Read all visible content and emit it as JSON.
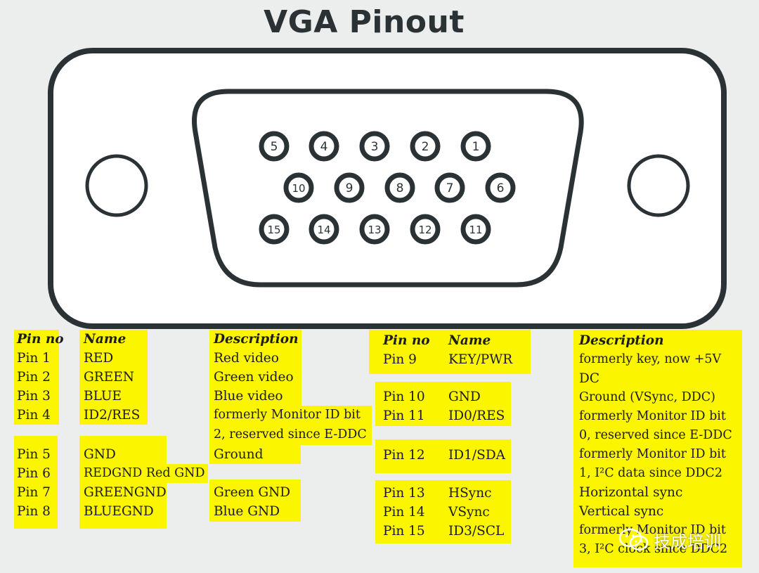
{
  "title": "VGA Pinout",
  "connector": {
    "row1": [
      "5",
      "4",
      "3",
      "2",
      "1"
    ],
    "row2": [
      "10",
      "9",
      "8",
      "7",
      "6"
    ],
    "row3": [
      "15",
      "14",
      "13",
      "12",
      "11"
    ]
  },
  "table_left": {
    "headers": {
      "pin": "Pin no",
      "name": "Name",
      "desc": "Description"
    },
    "pins": [
      "Pin 1",
      "Pin 2",
      "Pin 3",
      "Pin 4",
      "Pin 5",
      "Pin 6",
      "Pin 7",
      "Pin 8"
    ],
    "names": [
      "RED",
      "GREEN",
      "BLUE",
      "ID2/RES",
      "GND",
      "REDGND Red GND",
      "GREENGND",
      "BLUEGND"
    ],
    "desc": [
      "Red video",
      "Green video",
      "Blue video",
      "formerly Monitor ID bit",
      "2, reserved since E-DDC",
      "Ground",
      "Green GND",
      "Blue GND"
    ]
  },
  "table_right": {
    "headers": {
      "pin": "Pin no",
      "name": "Name",
      "desc": "Description"
    },
    "pins": [
      "Pin 9",
      "Pin 10",
      "Pin 11",
      "Pin 12",
      "Pin 13",
      "Pin 14",
      "Pin 15"
    ],
    "names": [
      "KEY/PWR",
      "GND",
      "ID0/RES",
      "ID1/SDA",
      "HSync",
      "VSync",
      "ID3/SCL"
    ],
    "desc": [
      "formerly key, now +5V",
      "DC",
      "Ground (VSync, DDC)",
      "formerly Monitor ID bit",
      "0, reserved since E-DDC",
      "formerly Monitor ID bit",
      "1, I²C data since DDC2",
      "Horizontal sync",
      "Vertical sync",
      "formerly Monitor ID bit",
      "3, I²C clock since DDC2"
    ]
  },
  "watermark": "技成培训"
}
